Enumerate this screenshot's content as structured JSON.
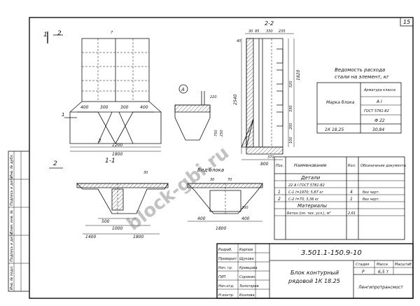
{
  "sheet": {
    "number": "15"
  },
  "watermark": "block-gbi.ru",
  "views": {
    "section_1_marker": "1",
    "section_2_marker": "2",
    "view_2_2": "2-2",
    "view_1_1": "1-1",
    "detail_A": "А",
    "view_block": "Вид блока"
  },
  "dims_front": {
    "d400a": "400",
    "d300a": "300",
    "d300b": "300",
    "d400b": "400",
    "d1800": "1800",
    "d1200": "1200",
    "d1": "1",
    "d2": "2",
    "d7": "7"
  },
  "dims_2_2": {
    "top": [
      "30",
      "95",
      "330",
      "235"
    ],
    "d40": "40",
    "d2540": "2540",
    "right": [
      "1820",
      "520",
      "330",
      "200",
      "100"
    ],
    "bottom": [
      "370",
      "800"
    ]
  },
  "dims_1_1": {
    "d30": "30",
    "d500": "500",
    "d1000": "1000",
    "d1400": "1400",
    "d1800": "1800",
    "left2": "2"
  },
  "dims_block": {
    "d30": "30",
    "d70": "70",
    "d200": "200",
    "d400a": "400",
    "d400b": "400",
    "d1800": "1800"
  },
  "dims_detail": {
    "d220": "220",
    "d750": "750",
    "d250": "250"
  },
  "steel_table": {
    "title_line1": "Ведомость расхода",
    "title_line2": "стали на элемент, кг",
    "col_mark": "Марка блока",
    "col_fittings": "Арматура класса",
    "class": "А I",
    "gost": "ГОСТ 5781-82",
    "dia": "Ф 22",
    "row_mark": "1К 18.25",
    "row_value": "30,84"
  },
  "spec_table": {
    "headers": [
      "Поз.",
      "Наименование",
      "Кол.",
      "Обозначение документа"
    ],
    "section_details": "Детали",
    "gost_line": "22 А I  ГОСТ 5781-82",
    "rows": [
      {
        "pos": "1",
        "name": "С-1 l=1970;  5,87 кг",
        "qty": "4",
        "doc": "без черт."
      },
      {
        "pos": "2",
        "name": "С-2 l=70;  3,36 кг",
        "qty": "1",
        "doc": "без черт."
      }
    ],
    "section_materials": "Материалы",
    "concrete": "Бетон (см. тех. усл.), м³",
    "concrete_value": "2,61"
  },
  "title_block": {
    "code": "3.501.1-150.9-10",
    "description_line1": "Блок контурный",
    "description_line2": "рядовой 1К 18.25",
    "stage_label": "Стадия",
    "sheet_label": "Масса",
    "sheets_label": "Масштаб",
    "stage": "Р",
    "mass": "6,5 т",
    "org": "Ленгипротрансмост",
    "roles": [
      "Разраб.",
      "Проверил",
      "Нач. гр.",
      "ГИП",
      "Нач.отд.",
      "Н.контр."
    ],
    "names": [
      "Карпов",
      "Щукова",
      "Кривцова",
      "Сорокин",
      "Золотарев",
      "Козлова"
    ]
  },
  "side_stamp": [
    "Инв. № подл.",
    "Подпись и дата",
    "Взам. инв. №",
    "Подпись и дата",
    "Инв. № дубл."
  ]
}
